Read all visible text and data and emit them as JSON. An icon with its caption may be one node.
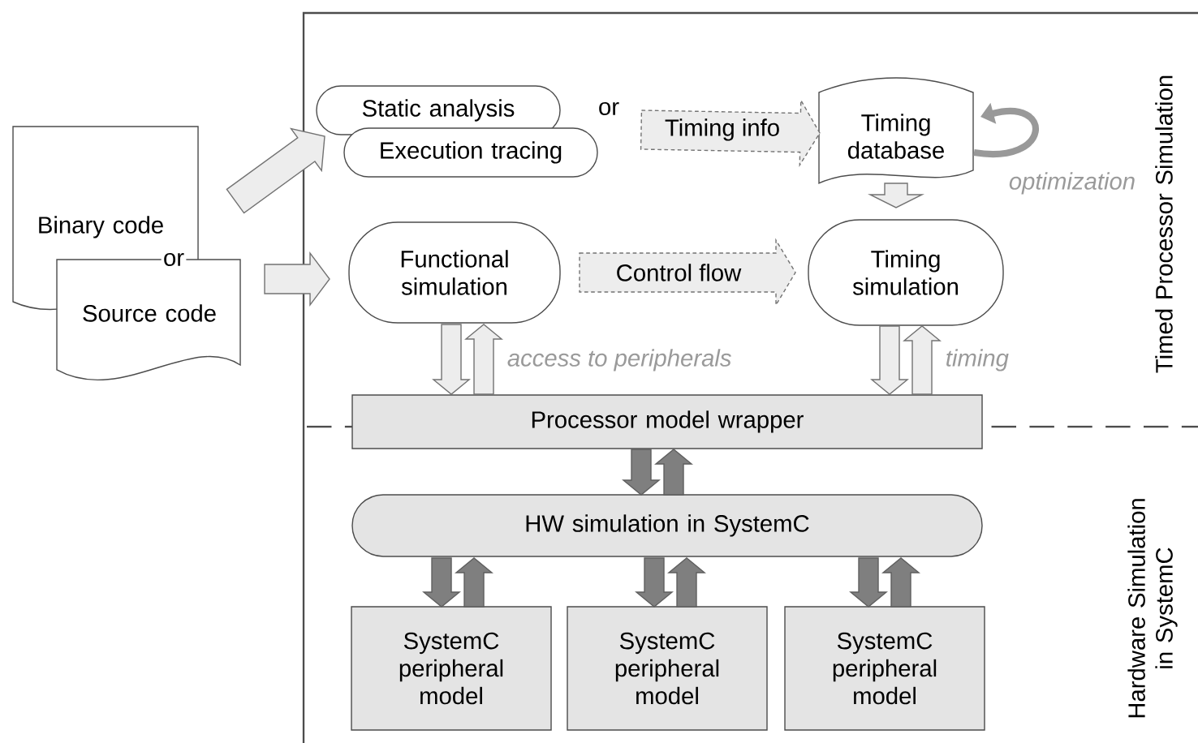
{
  "diagram": {
    "nodes": [
      {
        "text": [
          "Binary code"
        ]
      },
      {
        "text": [
          "Source code"
        ]
      },
      {
        "text": [
          "Static analysis"
        ]
      },
      {
        "text": [
          "Execution tracing"
        ]
      },
      {
        "text": [
          "Timing database"
        ]
      },
      {
        "text": [
          "Functional simulation"
        ]
      },
      {
        "text": [
          "Timing simulation"
        ]
      },
      {
        "text": [
          "Processor model wrapper"
        ]
      },
      {
        "text": [
          "HW simulation in SystemC"
        ]
      },
      {
        "text": [
          "SystemC peripheral model"
        ]
      },
      {
        "text": [
          "SystemC peripheral model"
        ]
      },
      {
        "text": [
          "SystemC peripheral model"
        ]
      }
    ],
    "edges": [
      {
        "from": 0,
        "to": 3,
        "arrow": "to"
      },
      {
        "from": 1,
        "to": 5,
        "arrow": "to"
      },
      {
        "from": 3,
        "to": 4,
        "arrow": "to",
        "style": "dashed",
        "label": "Timing info"
      },
      {
        "from": 4,
        "to": 4,
        "arrow": "to",
        "label": "optimization"
      },
      {
        "from": 4,
        "to": 6,
        "arrow": "to"
      },
      {
        "from": 5,
        "to": 6,
        "arrow": "to",
        "style": "dashed",
        "label": "Control flow"
      },
      {
        "from": 5,
        "to": 7,
        "arrow": "to"
      },
      {
        "from": 7,
        "to": 5,
        "arrow": "to",
        "label": "access to peripherals"
      },
      {
        "from": 6,
        "to": 7,
        "arrow": "to"
      },
      {
        "from": 7,
        "to": 6,
        "arrow": "to",
        "label": "timing"
      },
      {
        "from": 7,
        "to": 8,
        "arrow": "to",
        "color": "#7f7f7f"
      },
      {
        "from": 8,
        "to": 7,
        "arrow": "to",
        "color": "#7f7f7f"
      },
      {
        "from": 8,
        "to": 9,
        "arrow": "to",
        "color": "#7f7f7f"
      },
      {
        "from": 9,
        "to": 8,
        "arrow": "to",
        "color": "#7f7f7f"
      },
      {
        "from": 8,
        "to": 10,
        "arrow": "to",
        "color": "#7f7f7f"
      },
      {
        "from": 10,
        "to": 8,
        "arrow": "to",
        "color": "#7f7f7f"
      },
      {
        "from": 8,
        "to": 11,
        "arrow": "to",
        "color": "#7f7f7f"
      },
      {
        "from": 11,
        "to": 8,
        "arrow": "to",
        "color": "#7f7f7f"
      }
    ],
    "labels": [
      "or",
      "or",
      "Timed Processor Simulation",
      "Hardware Simulation in SystemC"
    ]
  }
}
